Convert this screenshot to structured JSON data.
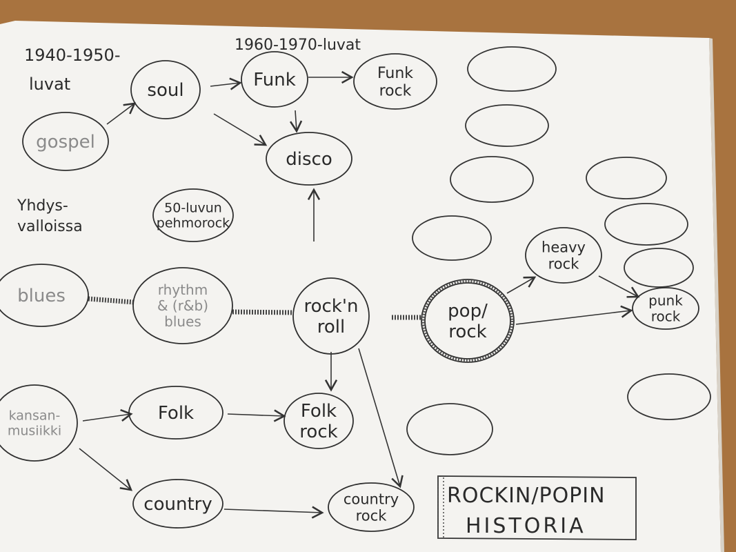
{
  "headings": {
    "era_1": [
      "1940-1950-",
      "luvat"
    ],
    "era_2": "1960-1970-luvat",
    "region": [
      "Yhdys-",
      "valloissa"
    ]
  },
  "title_box": [
    "ROCKIN/POPIN",
    "HISTORIA"
  ],
  "nodes": {
    "gospel": [
      "gospel"
    ],
    "soul": [
      "soul"
    ],
    "funk": [
      "Funk"
    ],
    "funkrock": [
      "Funk",
      "rock"
    ],
    "disco": [
      "disco"
    ],
    "pehmorock": [
      "50-luvun",
      "pehmorock"
    ],
    "blues": [
      "blues"
    ],
    "rnb": [
      "rhythm",
      "&  (r&b)",
      "blues"
    ],
    "rocknroll": [
      "rock'n",
      "roll"
    ],
    "poprock": [
      "pop/",
      "rock"
    ],
    "heavy": [
      "heavy",
      "rock"
    ],
    "punk": [
      "punk",
      "rock"
    ],
    "kansan": [
      "kansan-",
      "musiikki"
    ],
    "folk": [
      "Folk"
    ],
    "folkrock": [
      "Folk",
      "rock"
    ],
    "country": [
      "country"
    ],
    "countryrock": [
      "country",
      "rock"
    ]
  },
  "colors": {
    "paper": "#f4f3f0",
    "ink": "#2f2f2f",
    "faded_ink": "#8a8a8a",
    "table": "#a8733f"
  }
}
